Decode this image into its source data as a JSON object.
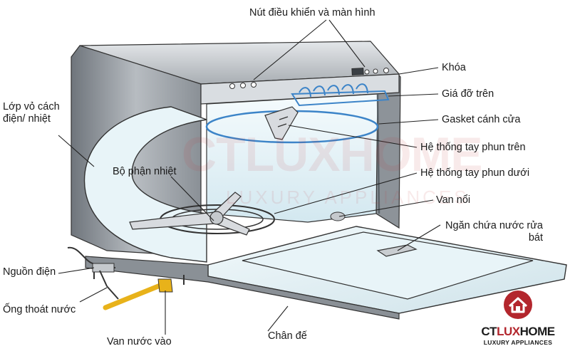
{
  "labels": {
    "controls": "Nút điều khiển và màn hình",
    "lock": "Khóa",
    "upper_rack": "Giá đỡ trên",
    "door_gasket": "Gasket cánh cửa",
    "upper_spray_arm": "Hệ thống tay phun trên",
    "lower_spray_arm": "Hệ thống tay phun dưới",
    "heating_element": "Bộ phận nhiệt",
    "float_valve": "Van nổi",
    "detergent_dispenser": "Ngăn chứa nước rửa bát",
    "insulation": "Lớp vỏ cách điện/ nhiệt",
    "power": "Nguồn điện",
    "drain_pipe": "Ống thoát nước",
    "water_inlet_valve": "Van nước vào",
    "base": "Chân đế"
  },
  "watermark": {
    "main": "CTLUXHOME",
    "sub": "LUXURY APPLIANCES"
  },
  "logo": {
    "name_part1": "CT",
    "name_accent": "LUX",
    "name_part2": "HOME",
    "tagline": "LUXURY APPLIANCES",
    "icon": "house-logo-icon"
  },
  "colors": {
    "brand_red": "#b3262d",
    "spray_arm_blue": "#3c84c8",
    "body_gray": "#9aa0a6",
    "interior_light": "#e6f3f8",
    "pipe_yellow": "#e8b21a"
  }
}
